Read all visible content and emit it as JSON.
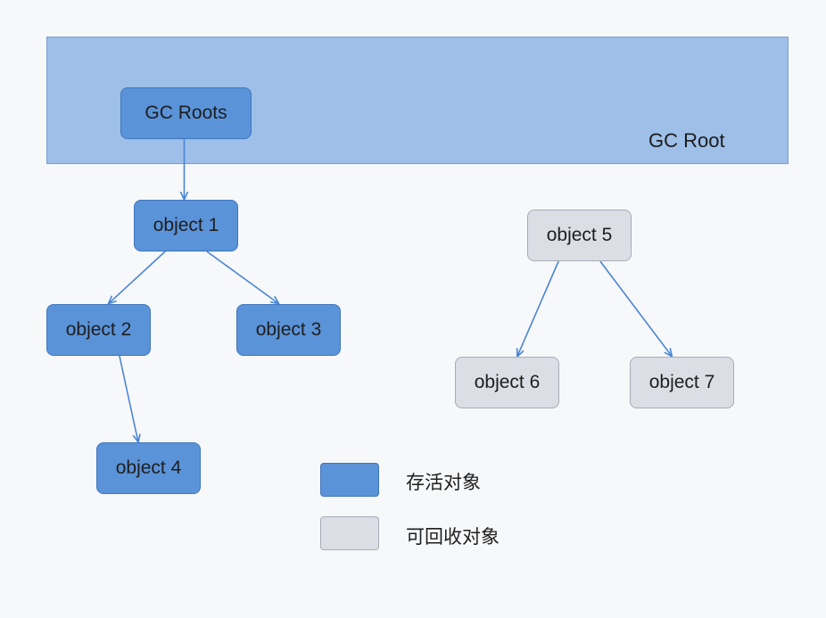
{
  "region": {
    "label": "GC Root"
  },
  "nodes": {
    "gc_roots": {
      "label": "GC Roots",
      "kind": "live"
    },
    "object1": {
      "label": "object 1",
      "kind": "live"
    },
    "object2": {
      "label": "object 2",
      "kind": "live"
    },
    "object3": {
      "label": "object 3",
      "kind": "live"
    },
    "object4": {
      "label": "object 4",
      "kind": "live"
    },
    "object5": {
      "label": "object 5",
      "kind": "dead"
    },
    "object6": {
      "label": "object 6",
      "kind": "dead"
    },
    "object7": {
      "label": "object 7",
      "kind": "dead"
    }
  },
  "edges": [
    {
      "from": "gc_roots",
      "to": "object1"
    },
    {
      "from": "object1",
      "to": "object2"
    },
    {
      "from": "object1",
      "to": "object3"
    },
    {
      "from": "object2",
      "to": "object4"
    },
    {
      "from": "object5",
      "to": "object6"
    },
    {
      "from": "object5",
      "to": "object7"
    }
  ],
  "legend": {
    "live": {
      "label": "存活对象"
    },
    "dead": {
      "label": "可回收对象"
    }
  },
  "colors": {
    "region_fill": "#9dbfe8",
    "live_fill": "#5b93d8",
    "dead_fill": "#dcdee6",
    "edge": "#4a86d4"
  }
}
